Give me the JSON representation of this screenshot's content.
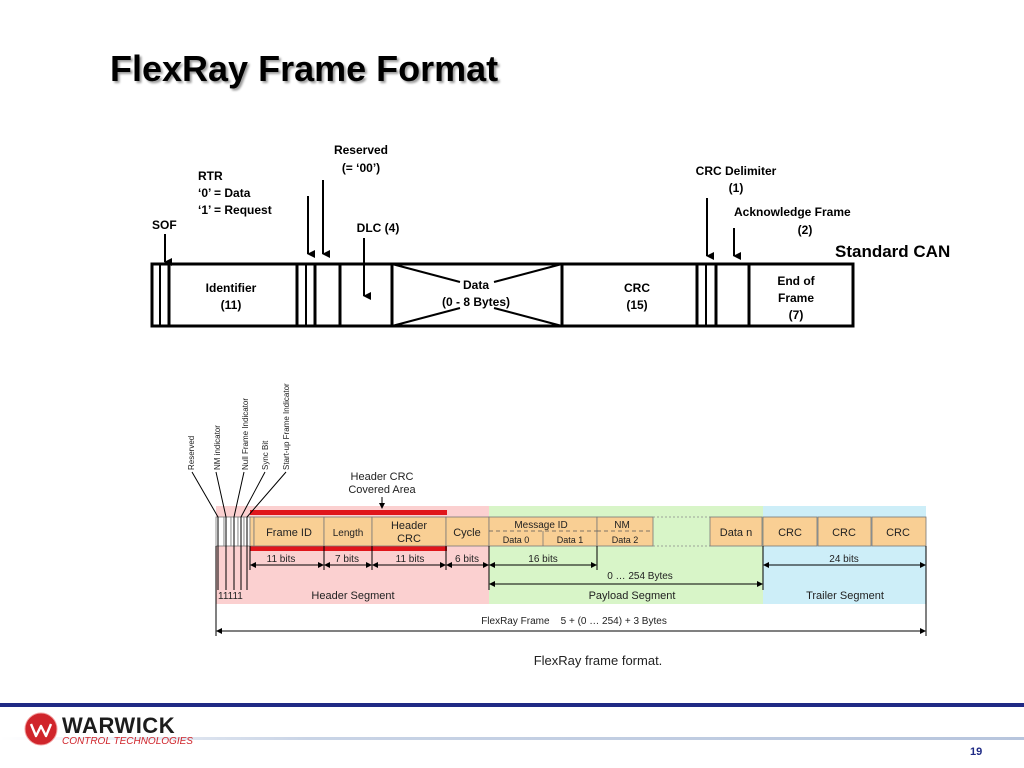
{
  "slide": {
    "title": "FlexRay Frame Format",
    "page_number": "19"
  },
  "can": {
    "reserved_line1": "Reserved",
    "reserved_line2": "(= ‘00’)",
    "rtr_line1": "RTR",
    "rtr_line2": "‘0’ = Data",
    "rtr_line3": "‘1’ = Request",
    "sof": "SOF",
    "dlc": "DLC (4)",
    "crc_delim_line1": "CRC Delimiter",
    "crc_delim_line2": "(1)",
    "ack_line1": "Acknowledge  Frame",
    "ack_line2": "(2)",
    "standard_can": "Standard CAN",
    "identifier_line1": "Identifier",
    "identifier_line2": "(11)",
    "data_line1": "Data",
    "data_line2": "(0 - 8 Bytes)",
    "crc_line1": "CRC",
    "crc_line2": "(15)",
    "eof_line1": "End of",
    "eof_line2": "Frame",
    "eof_line3": "(7)"
  },
  "flexray": {
    "indicators": [
      "Reserved",
      "NM indicator",
      "Null Frame Indicator",
      "Sync Bit",
      "Start-up Frame Indicator"
    ],
    "header_crc_covered_line1": "Header CRC",
    "header_crc_covered_line2": "Covered Area",
    "frame_id": "Frame ID",
    "length": "Length",
    "header_crc_line1": "Header",
    "header_crc_line2": "CRC",
    "cycle": "Cycle",
    "message_id": "Message ID",
    "nm": "NM",
    "data0": "Data 0",
    "data1": "Data 1",
    "data2": "Data 2",
    "data_n": "Data n",
    "crc1": "CRC",
    "crc2": "CRC",
    "crc3": "CRC",
    "bits_11a": "11 bits",
    "bits_7": "7 bits",
    "bits_11b": "11 bits",
    "bits_6": "6 bits",
    "bits_16": "16 bits",
    "bits_24": "24 bits",
    "payload_bytes": "0 … 254 Bytes",
    "ones": "11111",
    "header_segment": "Header Segment",
    "payload_segment": "Payload Segment",
    "trailer_segment": "Trailer Segment",
    "flexray_frame": "FlexRay Frame    5 + (0 … 254) + 3 Bytes",
    "caption": "FlexRay frame format."
  },
  "logo": {
    "name": "WARWICK",
    "sub": "CONTROL TECHNOLOGIES"
  },
  "colors": {
    "header_bg": "#fbd0d0",
    "payload_bg": "#d8f5c8",
    "trailer_bg": "#cdeef8",
    "field_orange": "#f9cf94",
    "red_bar": "#e0151b",
    "footer_blue": "#1f2a85"
  }
}
